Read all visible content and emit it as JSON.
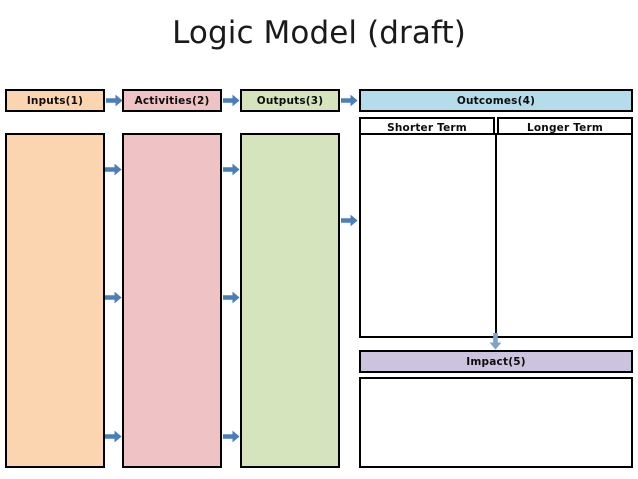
{
  "page": {
    "title": "Logic Model (draft)",
    "background_color": "#ffffff"
  },
  "diagram": {
    "type": "logic-model-flow",
    "colors": {
      "inputs": "#FBD5AF",
      "activities": "#EFC2C6",
      "outputs": "#D5E4BC",
      "outcomes": "#B5DCEB",
      "impact": "#CCC3DF",
      "panel": "#ffffff",
      "border": "#000000",
      "arrow": "#4A7EBB"
    },
    "columns": [
      {
        "key": "inputs",
        "header": "Inputs(1)",
        "color": "#FBD5AF",
        "body_text": ""
      },
      {
        "key": "activities",
        "header": "Activities(2)",
        "color": "#EFC2C6",
        "body_text": ""
      },
      {
        "key": "outputs",
        "header": "Outputs(3)",
        "color": "#D5E4BC",
        "body_text": ""
      },
      {
        "key": "outcomes",
        "header": "Outcomes(4)",
        "color": "#B5DCEB",
        "body_text": ""
      }
    ],
    "outcomes": {
      "header": "Outcomes(4)",
      "subcolumns": [
        {
          "key": "shorter",
          "header": "Shorter Term",
          "body_text": ""
        },
        {
          "key": "longer",
          "header": "Longer Term",
          "body_text": ""
        }
      ]
    },
    "impact": {
      "header": "Impact(5)",
      "body_text": ""
    },
    "connectors": [
      {
        "name": "inputs-to-activities-top",
        "direction": "right"
      },
      {
        "name": "inputs-to-activities-middle",
        "direction": "right"
      },
      {
        "name": "inputs-to-activities-bottom",
        "direction": "right"
      },
      {
        "name": "activities-to-outputs-top",
        "direction": "right"
      },
      {
        "name": "activities-to-outputs-middle",
        "direction": "right"
      },
      {
        "name": "activities-to-outputs-bottom",
        "direction": "right"
      },
      {
        "name": "outputs-to-outcomes",
        "direction": "right"
      },
      {
        "name": "outcomes-to-impact",
        "direction": "down"
      }
    ]
  }
}
